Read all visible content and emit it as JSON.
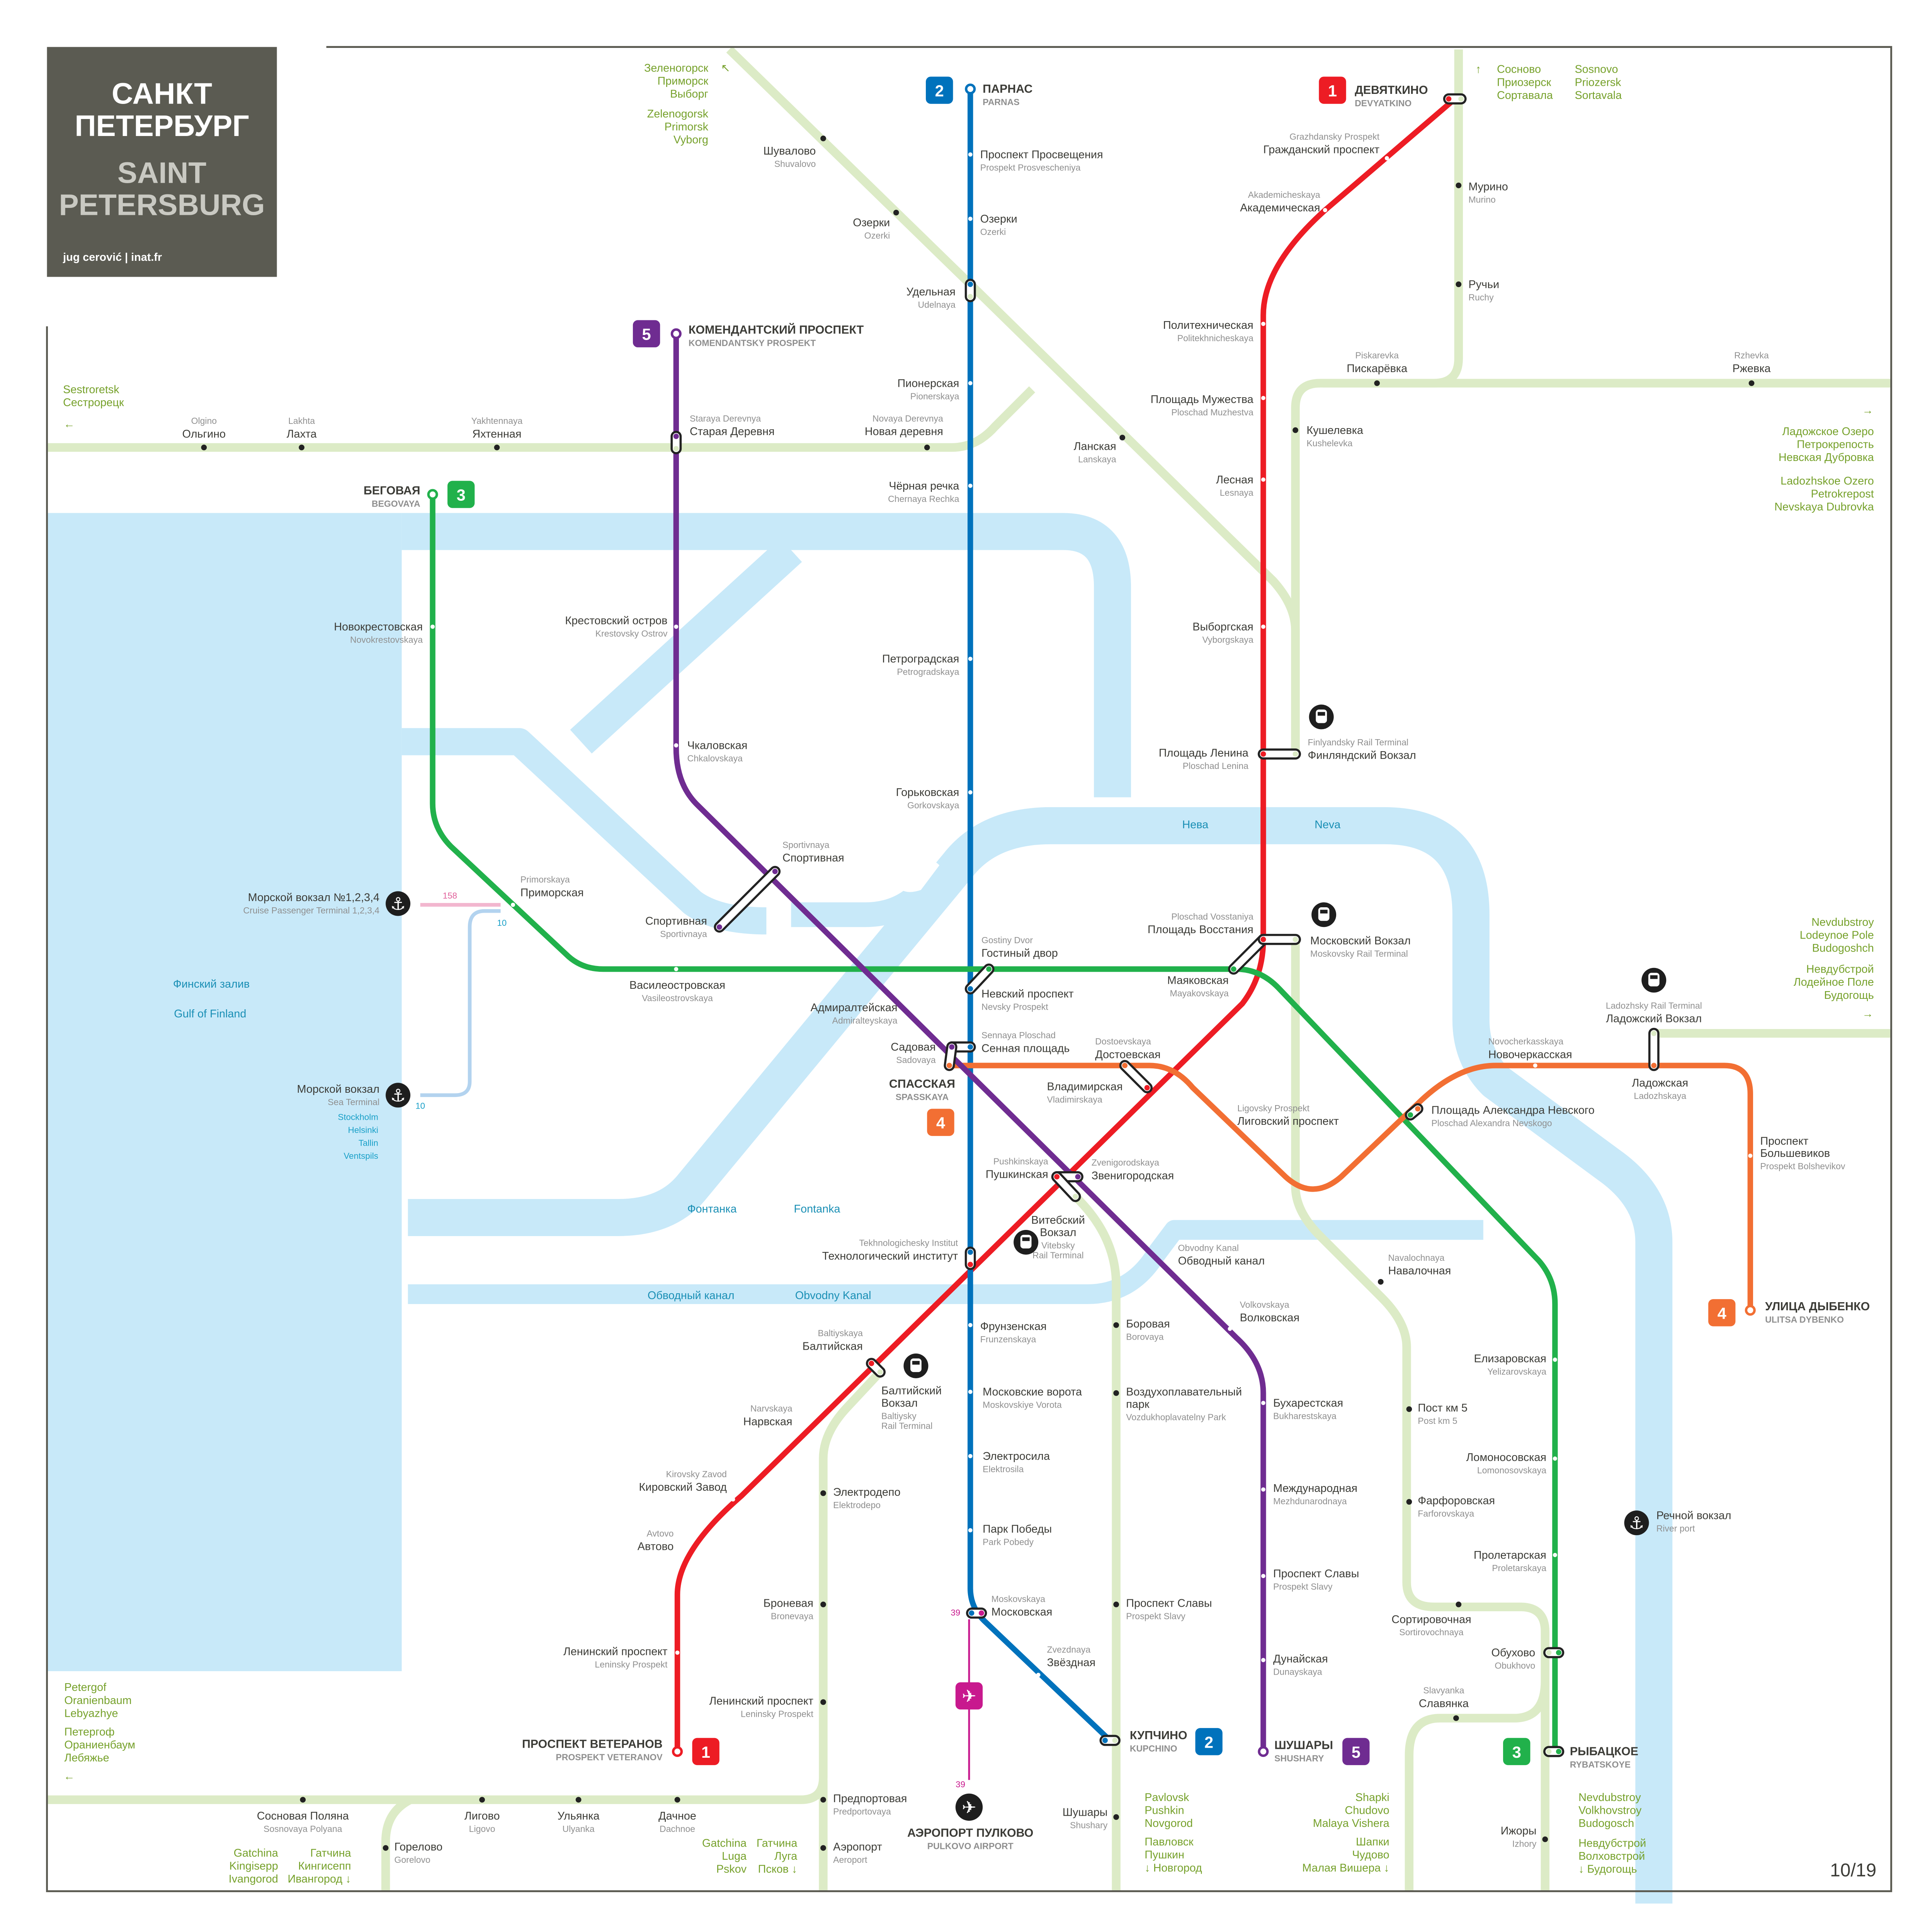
{
  "header": {
    "title_ru": [
      "САНКТ",
      "ПЕТЕРБУРГ"
    ],
    "title_en": [
      "SAINT",
      "PETERSBURG"
    ],
    "credit": "jug cerović | inat.fr"
  },
  "page_number": "10/19",
  "lines": [
    {
      "id": "1",
      "color": "#ed1c24"
    },
    {
      "id": "2",
      "color": "#0072bc"
    },
    {
      "id": "3",
      "color": "#21b14b"
    },
    {
      "id": "4",
      "color": "#f26f33"
    },
    {
      "id": "5",
      "color": "#6f2c91"
    }
  ],
  "colors": {
    "rail": "#dcebc6",
    "water": "#c8e9f9",
    "airport": "#c8198e",
    "frame": "#5b5b52"
  },
  "badges": [
    "1",
    "1",
    "2",
    "2",
    "3",
    "3",
    "4",
    "4",
    "5",
    "5"
  ],
  "bus_labels": [
    "158",
    "10",
    "10",
    "39",
    "39"
  ],
  "stations": [
    {
      "ru": "ДЕВЯТКИНО",
      "en": "DEVYATKINO",
      "type": "terminus"
    },
    {
      "ru": "Гражданский проспект",
      "en": "Grazhdansky Prospekt",
      "type": "metro"
    },
    {
      "ru": "Академическая",
      "en": "Akademicheskaya",
      "type": "metro"
    },
    {
      "ru": "Политехническая",
      "en": "Politekhnicheskaya",
      "type": "metro"
    },
    {
      "ru": "Площадь Мужества",
      "en": "Ploschad Muzhestva",
      "type": "metro"
    },
    {
      "ru": "Лесная",
      "en": "Lesnaya",
      "type": "metro"
    },
    {
      "ru": "Выборгская",
      "en": "Vyborgskaya",
      "type": "metro"
    },
    {
      "ru": "Площадь Ленина",
      "en": "Ploschad Lenina",
      "type": "metro"
    },
    {
      "ru": "Площадь Восстания",
      "en": "Ploschad Vosstaniya",
      "type": "metro"
    },
    {
      "ru": "Владимирская",
      "en": "Vladimirskaya",
      "type": "metro"
    },
    {
      "ru": "Пушкинская",
      "en": "Pushkinskaya",
      "type": "metro"
    },
    {
      "ru": "Технологический институт",
      "en": "Tekhnologichesky Institut",
      "type": "metro"
    },
    {
      "ru": "Балтийская",
      "en": "Baltiyskaya",
      "type": "metro"
    },
    {
      "ru": "Нарвская",
      "en": "Narvskaya",
      "type": "metro"
    },
    {
      "ru": "Кировский Завод",
      "en": "Kirovsky Zavod",
      "type": "metro"
    },
    {
      "ru": "Автово",
      "en": "Avtovo",
      "type": "metro"
    },
    {
      "ru": "Ленинский проспект",
      "en": "Leninsky Prospekt",
      "type": "metro"
    },
    {
      "ru": "ПРОСПЕКТ ВЕТЕРАНОВ",
      "en": "PROSPEKT VETERANOV",
      "type": "terminus"
    },
    {
      "ru": "ПАРНАС",
      "en": "PARNAS",
      "type": "terminus"
    },
    {
      "ru": "Проспект Просвещения",
      "en": "Prospekt Prosvescheniya",
      "type": "metro"
    },
    {
      "ru": "Озерки",
      "en": "Ozerki",
      "type": "metro"
    },
    {
      "ru": "Удельная",
      "en": "Udelnaya",
      "type": "metro"
    },
    {
      "ru": "Пионерская",
      "en": "Pionerskaya",
      "type": "metro"
    },
    {
      "ru": "Чёрная речка",
      "en": "Chernaya Rechka",
      "type": "metro"
    },
    {
      "ru": "Петроградская",
      "en": "Petrogradskaya",
      "type": "metro"
    },
    {
      "ru": "Горьковская",
      "en": "Gorkovskaya",
      "type": "metro"
    },
    {
      "ru": "Невский проспект",
      "en": "Nevsky Prospekt",
      "type": "metro"
    },
    {
      "ru": "Сенная площадь",
      "en": "Sennaya Ploschad",
      "type": "metro"
    },
    {
      "ru": "Фрунзенская",
      "en": "Frunzenskaya",
      "type": "metro"
    },
    {
      "ru": "Московские ворота",
      "en": "Moskovskiye Vorota",
      "type": "metro"
    },
    {
      "ru": "Электросила",
      "en": "Elektrosila",
      "type": "metro"
    },
    {
      "ru": "Парк Победы",
      "en": "Park Pobedy",
      "type": "metro"
    },
    {
      "ru": "Московская",
      "en": "Moskovskaya",
      "type": "metro"
    },
    {
      "ru": "Звёздная",
      "en": "Zvezdnaya",
      "type": "metro"
    },
    {
      "ru": "КУПЧИНО",
      "en": "KUPCHINO",
      "type": "terminus"
    },
    {
      "ru": "БЕГОВАЯ",
      "en": "BEGOVAYA",
      "type": "terminus"
    },
    {
      "ru": "Новокрестовская",
      "en": "Novokrestovskaya",
      "type": "metro"
    },
    {
      "ru": "Приморская",
      "en": "Primorskaya",
      "type": "metro"
    },
    {
      "ru": "Василеостровская",
      "en": "Vasileostrovskaya",
      "type": "metro"
    },
    {
      "ru": "Гостиный двор",
      "en": "Gostiny Dvor",
      "type": "metro"
    },
    {
      "ru": "Маяковская",
      "en": "Mayakovskaya",
      "type": "metro"
    },
    {
      "ru": "Площадь Александра Невского",
      "en": "Ploschad Alexandra Nevskogo",
      "type": "metro"
    },
    {
      "ru": "Елизаровская",
      "en": "Yelizarovskaya",
      "type": "metro"
    },
    {
      "ru": "Ломоносовская",
      "en": "Lomonosovskaya",
      "type": "metro"
    },
    {
      "ru": "Пролетарская",
      "en": "Proletarskaya",
      "type": "metro"
    },
    {
      "ru": "Обухово",
      "en": "Obukhovo",
      "type": "metro"
    },
    {
      "ru": "РЫБАЦКОЕ",
      "en": "RYBATSKOYE",
      "type": "terminus"
    },
    {
      "ru": "СПАССКАЯ",
      "en": "SPASSKAYA",
      "type": "terminus"
    },
    {
      "ru": "Достоевская",
      "en": "Dostoevskaya",
      "type": "metro"
    },
    {
      "ru": "Лиговский проспект",
      "en": "Ligovsky Prospekt",
      "type": "metro"
    },
    {
      "ru": "Новочеркасская",
      "en": "Novocherkasskaya",
      "type": "metro"
    },
    {
      "ru": "Ладожская",
      "en": "Ladozhskaya",
      "type": "metro"
    },
    {
      "ru": [
        "Проспект",
        "Большевиков"
      ],
      "en": "Prospekt Bolshevikov",
      "type": "metro"
    },
    {
      "ru": "УЛИЦА ДЫБЕНКО",
      "en": "ULITSA DYBENKO",
      "type": "terminus"
    },
    {
      "ru": "КОМЕНДАНТСКИЙ ПРОСПЕКТ",
      "en": "KOMENDANTSKY PROSPEKT",
      "type": "terminus"
    },
    {
      "ru": "Старая Деревня",
      "en": "Staraya Derevnya",
      "type": "metro"
    },
    {
      "ru": "Крестовский остров",
      "en": "Krestovsky Ostrov",
      "type": "metro"
    },
    {
      "ru": "Чкаловская",
      "en": "Chkalovskaya",
      "type": "metro"
    },
    {
      "ru": "Спортивная",
      "en": "Sportivnaya",
      "type": "metro"
    },
    {
      "ru": "Спортивная",
      "en": "Sportivnaya",
      "type": "metro"
    },
    {
      "ru": "Адмиралтейская",
      "en": "Admiralteyskaya",
      "type": "metro"
    },
    {
      "ru": "Садовая",
      "en": "Sadovaya",
      "type": "metro"
    },
    {
      "ru": "Звенигородская",
      "en": "Zvenigorodskaya",
      "type": "metro"
    },
    {
      "ru": "Обводный канал",
      "en": "Obvodny Kanal",
      "type": "metro"
    },
    {
      "ru": "Волковская",
      "en": "Volkovskaya",
      "type": "metro"
    },
    {
      "ru": "Бухарестская",
      "en": "Bukharestskaya",
      "type": "metro"
    },
    {
      "ru": "Международная",
      "en": "Mezhdunarodnaya",
      "type": "metro"
    },
    {
      "ru": "Проспект Славы",
      "en": "Prospekt Slavy",
      "type": "metro"
    },
    {
      "ru": "Дунайская",
      "en": "Dunayskaya",
      "type": "metro"
    },
    {
      "ru": "ШУШАРЫ",
      "en": "SHUSHARY",
      "type": "terminus"
    },
    {
      "ru": "Шувалово",
      "en": "Shuvalovo",
      "type": "rail"
    },
    {
      "ru": "Озерки",
      "en": "Ozerki",
      "type": "rail"
    },
    {
      "ru": "Ланская",
      "en": "Lanskaya",
      "type": "rail"
    },
    {
      "ru": "Новая деревня",
      "en": "Novaya Derevnya",
      "type": "rail"
    },
    {
      "ru": "Ольгино",
      "en": "Olgino",
      "type": "rail"
    },
    {
      "ru": "Лахта",
      "en": "Lakhta",
      "type": "rail"
    },
    {
      "ru": "Яхтенная",
      "en": "Yakhtennaya",
      "type": "rail"
    },
    {
      "ru": "Мурино",
      "en": "Murino",
      "type": "rail"
    },
    {
      "ru": "Ручьи",
      "en": "Ruchy",
      "type": "rail"
    },
    {
      "ru": "Пискарёвка",
      "en": "Piskarevka",
      "type": "rail"
    },
    {
      "ru": "Ржевка",
      "en": "Rzhevka",
      "type": "rail"
    },
    {
      "ru": "Кушелевка",
      "en": "Kushelevka",
      "type": "rail"
    },
    {
      "ru": "Навалочная",
      "en": "Navalochnaya",
      "type": "rail"
    },
    {
      "ru": "Пост км 5",
      "en": "Post km 5",
      "type": "rail"
    },
    {
      "ru": "Фарфоровская",
      "en": "Farforovskaya",
      "type": "rail"
    },
    {
      "ru": "Сортировочная",
      "en": "Sortirovochnaya",
      "type": "rail"
    },
    {
      "ru": "Славянка",
      "en": "Slavyanka",
      "type": "rail"
    },
    {
      "ru": "Ижоры",
      "en": "Izhory",
      "type": "rail"
    },
    {
      "ru": "Шушары",
      "en": "Shushary",
      "type": "rail"
    },
    {
      "ru": "Сосновая Поляна",
      "en": "Sosnovaya Polyana",
      "type": "rail"
    },
    {
      "ru": "Лигово",
      "en": "Ligovo",
      "type": "rail"
    },
    {
      "ru": "Ульянка",
      "en": "Ulyanka",
      "type": "rail"
    },
    {
      "ru": "Дачное",
      "en": "Dachnoe",
      "type": "rail"
    },
    {
      "ru": "Горелово",
      "en": "Gorelovo",
      "type": "rail"
    },
    {
      "ru": "Предпортовая",
      "en": "Predportovaya",
      "type": "rail"
    },
    {
      "ru": "Аэропорт",
      "en": "Aeroport",
      "type": "rail"
    },
    {
      "ru": "Электродепо",
      "en": "Elektrodepo",
      "type": "rail"
    },
    {
      "ru": "Броневая",
      "en": "Bronevaya",
      "type": "rail"
    },
    {
      "ru": "Ленинский проспект",
      "en": "Leninsky Prospekt",
      "type": "rail"
    },
    {
      "ru": "Боровая",
      "en": "Borovaya",
      "type": "rail"
    },
    {
      "ru": [
        "Воздухоплавательный",
        "парк"
      ],
      "en": "Vozdukhoplavatelny Park",
      "type": "rail"
    },
    {
      "ru": "Проспект Славы",
      "en": "Prospekt Slavy",
      "type": "rail"
    },
    {
      "ru": "Финляндский Вокзал",
      "en": "Finlyandsky Rail Terminal",
      "type": "rail-terminal"
    },
    {
      "ru": "Московский Вокзал",
      "en": "Moskovsky Rail Terminal",
      "type": "rail-terminal"
    },
    {
      "ru": "Ладожский Вокзал",
      "en": "Ladozhsky Rail Terminal",
      "type": "rail-terminal"
    },
    {
      "ru": [
        "Витебский",
        "Вокзал"
      ],
      "en": [
        "Vitebsky",
        "Rail Terminal"
      ],
      "type": "rail-terminal"
    },
    {
      "ru": [
        "Балтийский",
        "Вокзал"
      ],
      "en": [
        "Baltiysky",
        "Rail Terminal"
      ],
      "type": "rail-terminal"
    },
    {
      "ru": "Морской вокзал №1,2,3,4",
      "en": "Cruise Passenger Terminal 1,2,3,4",
      "type": "port"
    },
    {
      "ru": "Морской вокзал",
      "en": "Sea Terminal",
      "type": "port"
    },
    {
      "ru": "Речной вокзал",
      "en": "River port",
      "type": "port"
    },
    {
      "ru": "АЭРОПОРТ ПУЛКОВО",
      "en": "PULKOVO AIRPORT",
      "type": "airport"
    }
  ],
  "sea_destinations": [
    "Stockholm",
    "Helsinki",
    "Tallin",
    "Ventspils"
  ],
  "water_labels": [
    "Нева",
    "Neva",
    "Финский залив",
    "Gulf of Finland",
    "Фонтанка",
    "Fontanka",
    "Обводный канал",
    "Obvodny Kanal"
  ],
  "directions": [
    {
      "lines": [
        "Зеленогорск",
        "Приморск",
        "Выборг"
      ],
      "arrow": "↖"
    },
    {
      "lines": [
        "Zelenogorsk",
        "Primorsk",
        "Vyborg"
      ]
    },
    {
      "lines": [
        "Сосново",
        "Приозерск",
        "Сортавала"
      ],
      "arrow": "↑"
    },
    {
      "lines": [
        "Sosnovo",
        "Priozersk",
        "Sortavala"
      ]
    },
    {
      "lines": [
        "Sestroretsk",
        "Сестрорецк"
      ],
      "arrow": "←"
    },
    {
      "lines": [
        "Ладожское Озеро",
        "Петрокрепость",
        "Невская Дубровка"
      ],
      "arrow": "→"
    },
    {
      "lines": [
        "Ladozhskoe Ozero",
        "Petrokrepost",
        "Nevskaya Dubrovka"
      ]
    },
    {
      "lines": [
        "Nevdubstroy",
        "Lodeynoe Pole",
        "Budogoshch"
      ]
    },
    {
      "lines": [
        "Невдубстрой",
        "Лодейное Поле",
        "Будогощь"
      ],
      "arrow": "→"
    },
    {
      "lines": [
        "Petergof",
        "Oranienbaum",
        "Lebyazhye"
      ]
    },
    {
      "lines": [
        "Петергоф",
        "Ораниенбаум",
        "Лебяжье"
      ],
      "arrow": "←"
    },
    {
      "lines": [
        "Gatchina",
        "Kingisepp",
        "Ivangorod"
      ]
    },
    {
      "lines": [
        "Гатчина",
        "Кингисепп",
        "Ивангород ↓"
      ]
    },
    {
      "lines": [
        "Gatchina",
        "Luga",
        "Pskov"
      ]
    },
    {
      "lines": [
        "Гатчина",
        "Луга",
        "Псков ↓"
      ]
    },
    {
      "lines": [
        "Pavlovsk",
        "Pushkin",
        "Novgorod"
      ]
    },
    {
      "lines": [
        "Павловск",
        "Пушкин",
        "↓ Новгород"
      ]
    },
    {
      "lines": [
        "Shapki",
        "Chudovo",
        "Malaya Vishera"
      ]
    },
    {
      "lines": [
        "Шапки",
        "Чудово",
        "Малая Вишера ↓"
      ]
    },
    {
      "lines": [
        "Nevdubstroy",
        "Volkhovstroy",
        "Budogosch"
      ]
    },
    {
      "lines": [
        "Невдубстрой",
        "Волховстрой",
        "↓ Будогощь"
      ]
    }
  ]
}
